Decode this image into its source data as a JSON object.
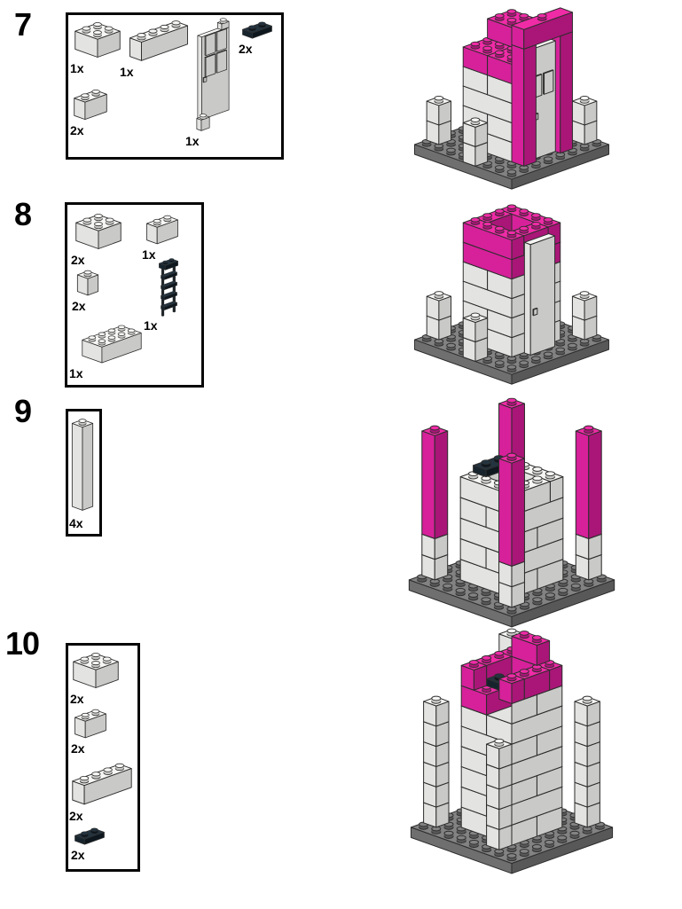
{
  "page": {
    "background": "#ffffff"
  },
  "colors": {
    "white_brick": {
      "top": "#f6f6f4",
      "left": "#e3e3e1",
      "right": "#c9c9c7"
    },
    "magenta_brick": {
      "top": "#ef2ba6",
      "left": "#d6219a",
      "right": "#a91677"
    },
    "black_brick": {
      "top": "#233440",
      "left": "#17242d",
      "right": "#0e171e"
    },
    "base_plate": {
      "top": "#828282",
      "left": "#6f6f6f",
      "right": "#585858"
    },
    "outline": "#2d2d2d"
  },
  "part_library": {
    "brick2x2": [
      [
        0,
        0,
        0,
        2,
        2,
        3,
        "w"
      ]
    ],
    "brick1x4": [
      [
        0,
        0,
        0,
        1,
        4,
        3,
        "w"
      ]
    ],
    "brick1x2": [
      [
        0,
        0,
        0,
        1,
        2,
        3,
        "w"
      ]
    ],
    "brick1x1": [
      [
        0,
        0,
        0,
        1,
        1,
        3,
        "w"
      ]
    ],
    "brick2x4": [
      [
        0,
        0,
        0,
        2,
        4,
        3,
        "w"
      ]
    ],
    "plate1x2black": [
      [
        0,
        0,
        0,
        1,
        2,
        1,
        "k"
      ]
    ],
    "column1x1x5": [
      [
        0,
        0,
        0,
        1,
        1,
        15,
        "w",
        "s"
      ]
    ],
    "door1x4x6": [
      [
        0,
        0,
        0,
        0.45,
        3,
        17,
        "w",
        "x"
      ],
      [
        0.45,
        0.35,
        8.6,
        0.1,
        1.05,
        4,
        "w",
        "x"
      ],
      [
        0.45,
        1.6,
        8.6,
        0.1,
        1.05,
        4,
        "w",
        "x"
      ],
      [
        0.45,
        0.35,
        13,
        0.1,
        1.05,
        4,
        "w",
        "x"
      ],
      [
        0.45,
        1.6,
        13,
        0.1,
        1.05,
        4,
        "w",
        "x"
      ],
      [
        0.45,
        2.55,
        7.6,
        0.08,
        0.3,
        0.9,
        "w",
        "x"
      ],
      [
        0,
        0,
        17,
        0.45,
        0.8,
        1.2,
        "w",
        "s"
      ],
      [
        0,
        2.2,
        -2.2,
        0.5,
        0.9,
        2.2,
        "w",
        "s"
      ]
    ],
    "ladder": [
      [
        0.4,
        0,
        0,
        0.18,
        0.2,
        14,
        "k",
        "x"
      ],
      [
        0.4,
        1.8,
        0,
        0.18,
        0.2,
        14,
        "k",
        "x"
      ],
      [
        0.3,
        0,
        2,
        0.55,
        2,
        0.9,
        "k",
        "x"
      ],
      [
        0.3,
        0,
        5,
        0.55,
        2,
        0.9,
        "k",
        "x"
      ],
      [
        0.3,
        0,
        8,
        0.55,
        2,
        0.9,
        "k",
        "x"
      ],
      [
        0.3,
        0,
        11,
        0.55,
        2,
        0.9,
        "k",
        "x"
      ],
      [
        0,
        0,
        14,
        1,
        2,
        1.3,
        "k"
      ]
    ]
  },
  "steps": [
    {
      "number": "7",
      "parts": [
        {
          "name": "brick-2x2",
          "label": "1x"
        },
        {
          "name": "brick-1x4",
          "label": "1x"
        },
        {
          "name": "brick-1x2",
          "label": "2x"
        },
        {
          "name": "door-1x4x6",
          "label": "1x"
        },
        {
          "name": "plate-1x2-black",
          "label": "2x"
        }
      ],
      "model": [
        [
          0,
          0,
          -1.5,
          8,
          8,
          1.5,
          "g"
        ],
        [
          2,
          2,
          0,
          4,
          2,
          3,
          "w",
          "x"
        ],
        [
          2,
          4,
          0,
          4,
          2,
          3,
          "w",
          "x"
        ],
        [
          2,
          2,
          3,
          2,
          4,
          3,
          "w",
          "x"
        ],
        [
          4,
          2,
          3,
          2,
          4,
          3,
          "w",
          "x"
        ],
        [
          2,
          2,
          6,
          4,
          2,
          3,
          "w",
          "x"
        ],
        [
          2,
          4,
          6,
          4,
          2,
          3,
          "w",
          "x"
        ],
        [
          2,
          2,
          9,
          2,
          4,
          3,
          "w",
          "x"
        ],
        [
          4,
          2,
          9,
          2,
          4,
          3,
          "w",
          "x"
        ],
        [
          2,
          2,
          12,
          2,
          2,
          3,
          "m"
        ],
        [
          4,
          2,
          12,
          2,
          2,
          3,
          "w"
        ],
        [
          2,
          4,
          12,
          2,
          2,
          3,
          "m"
        ],
        [
          4,
          4,
          12,
          2,
          2,
          3,
          "m"
        ],
        [
          2,
          2,
          15,
          2,
          2,
          3,
          "m"
        ],
        [
          6,
          2,
          0,
          1,
          1,
          18,
          "m",
          "x"
        ],
        [
          6.05,
          3,
          0,
          0.55,
          2,
          17,
          "w",
          "x"
        ],
        [
          6.6,
          3.25,
          9.5,
          0.07,
          0.75,
          3.2,
          "w",
          "x"
        ],
        [
          6.6,
          4.2,
          9.5,
          0.07,
          0.75,
          3.2,
          "w",
          "x"
        ],
        [
          6.6,
          4.5,
          6,
          0.07,
          0.3,
          0.9,
          "w",
          "x"
        ],
        [
          6,
          5,
          0,
          1,
          1,
          18,
          "m",
          "x"
        ],
        [
          6,
          2,
          18,
          1,
          4,
          3,
          "m",
          "s"
        ],
        [
          0,
          6,
          0,
          1,
          1,
          3,
          "w",
          "x"
        ],
        [
          0,
          6,
          3,
          1,
          1,
          3,
          "w"
        ],
        [
          6,
          0,
          0,
          1,
          1,
          3,
          "w",
          "x"
        ],
        [
          6,
          0,
          3,
          1,
          1,
          3,
          "w"
        ],
        [
          4,
          7,
          0,
          1,
          1,
          3,
          "w",
          "x"
        ],
        [
          4,
          7,
          3,
          1,
          1,
          3,
          "w"
        ]
      ]
    },
    {
      "number": "8",
      "parts": [
        {
          "name": "brick-2x2",
          "label": "2x"
        },
        {
          "name": "brick-1x2",
          "label": "1x"
        },
        {
          "name": "brick-1x1",
          "label": "2x"
        },
        {
          "name": "ladder",
          "label": "1x"
        },
        {
          "name": "brick-2x4",
          "label": "1x"
        }
      ],
      "model": [
        [
          0,
          0,
          -1.5,
          8,
          8,
          1.5,
          "g"
        ],
        [
          2,
          2,
          0,
          4,
          2,
          3,
          "w",
          "x"
        ],
        [
          2,
          4,
          0,
          4,
          2,
          3,
          "w",
          "x"
        ],
        [
          2,
          2,
          3,
          2,
          4,
          3,
          "w",
          "x"
        ],
        [
          4,
          2,
          3,
          2,
          4,
          3,
          "w",
          "x"
        ],
        [
          2,
          2,
          6,
          4,
          2,
          3,
          "w",
          "x"
        ],
        [
          2,
          4,
          6,
          4,
          2,
          3,
          "w",
          "x"
        ],
        [
          2,
          2,
          9,
          2,
          4,
          3,
          "w",
          "x"
        ],
        [
          4,
          2,
          9,
          2,
          4,
          3,
          "w",
          "x"
        ],
        [
          2,
          2,
          12,
          4,
          2,
          3,
          "m",
          "x"
        ],
        [
          2,
          4,
          12,
          4,
          2,
          3,
          "m",
          "x"
        ],
        [
          2,
          2,
          15,
          4,
          1,
          3,
          "m"
        ],
        [
          2,
          3,
          15,
          1,
          2,
          3,
          "m"
        ],
        [
          5,
          3,
          15,
          1,
          2,
          3,
          "m"
        ],
        [
          2,
          5,
          15,
          4,
          1,
          3,
          "m"
        ],
        [
          6.05,
          3,
          0,
          0.5,
          2,
          17,
          "w",
          "x"
        ],
        [
          6.55,
          4.5,
          6,
          0.06,
          0.3,
          0.9,
          "w",
          "x"
        ],
        [
          0,
          6,
          0,
          1,
          1,
          3,
          "w",
          "x"
        ],
        [
          0,
          6,
          3,
          1,
          1,
          3,
          "w"
        ],
        [
          6,
          0,
          0,
          1,
          1,
          3,
          "w",
          "x"
        ],
        [
          6,
          0,
          3,
          1,
          1,
          3,
          "w"
        ],
        [
          4,
          7,
          0,
          1,
          1,
          3,
          "w",
          "x"
        ],
        [
          4,
          7,
          3,
          1,
          1,
          3,
          "w"
        ]
      ]
    },
    {
      "number": "9",
      "parts": [
        {
          "name": "brick-1x1x5-column",
          "label": "4x"
        }
      ],
      "model": [
        [
          0,
          0,
          -1.5,
          8,
          8,
          1.5,
          "g"
        ],
        [
          0,
          0,
          0,
          1,
          1,
          3,
          "w",
          "x"
        ],
        [
          0,
          0,
          3,
          1,
          1,
          3,
          "w",
          "x"
        ],
        [
          0,
          0,
          6,
          1,
          1,
          15,
          "m",
          "s"
        ],
        [
          2,
          2,
          0,
          4,
          2,
          3,
          "w",
          "x"
        ],
        [
          2,
          4,
          0,
          4,
          2,
          3,
          "w",
          "x"
        ],
        [
          2,
          2,
          3,
          2,
          4,
          3,
          "w",
          "x"
        ],
        [
          4,
          2,
          3,
          2,
          4,
          3,
          "w",
          "x"
        ],
        [
          2,
          2,
          6,
          4,
          2,
          3,
          "w",
          "x"
        ],
        [
          2,
          4,
          6,
          4,
          2,
          3,
          "w",
          "x"
        ],
        [
          2,
          2,
          9,
          2,
          4,
          3,
          "w",
          "x"
        ],
        [
          4,
          2,
          9,
          2,
          4,
          3,
          "w",
          "x"
        ],
        [
          2,
          2,
          12,
          4,
          1,
          3,
          "w"
        ],
        [
          2,
          3,
          12,
          1,
          2,
          3,
          "w"
        ],
        [
          3,
          3,
          12,
          2,
          2,
          0.6,
          "k",
          "x"
        ],
        [
          5,
          3,
          12,
          1,
          2,
          3,
          "w"
        ],
        [
          2,
          5,
          12,
          4,
          1,
          3,
          "w"
        ],
        [
          2,
          3,
          15,
          1,
          2,
          1,
          "k"
        ],
        [
          0,
          6,
          0,
          1,
          1,
          3,
          "w",
          "x"
        ],
        [
          0,
          6,
          3,
          1,
          1,
          3,
          "w",
          "x"
        ],
        [
          0,
          6,
          6,
          1,
          1,
          15,
          "m",
          "s"
        ],
        [
          6,
          0,
          0,
          1,
          1,
          3,
          "w",
          "x"
        ],
        [
          6,
          0,
          3,
          1,
          1,
          3,
          "w",
          "x"
        ],
        [
          6,
          0,
          6,
          1,
          1,
          15,
          "m",
          "s"
        ],
        [
          6,
          6,
          0,
          1,
          1,
          3,
          "w",
          "x"
        ],
        [
          6,
          6,
          3,
          1,
          1,
          3,
          "w",
          "x"
        ],
        [
          6,
          6,
          6,
          1,
          1,
          15,
          "m",
          "s"
        ]
      ]
    },
    {
      "number": "10",
      "parts": [
        {
          "name": "brick-2x2",
          "label": "2x"
        },
        {
          "name": "brick-1x2",
          "label": "2x"
        },
        {
          "name": "brick-1x4",
          "label": "2x"
        },
        {
          "name": "plate-1x2-black",
          "label": "2x"
        }
      ],
      "model": [
        [
          0,
          0,
          -1.5,
          8,
          8,
          1.5,
          "g"
        ],
        [
          0,
          0,
          0,
          1,
          1,
          21,
          "w",
          "x"
        ],
        [
          0,
          0,
          21,
          1,
          1,
          3,
          "w"
        ],
        [
          2,
          2,
          0,
          4,
          2,
          3,
          "w",
          "x"
        ],
        [
          2,
          4,
          0,
          4,
          2,
          3,
          "w",
          "x"
        ],
        [
          2,
          2,
          3,
          2,
          4,
          3,
          "w",
          "x"
        ],
        [
          4,
          2,
          3,
          2,
          4,
          3,
          "w",
          "x"
        ],
        [
          2,
          2,
          6,
          4,
          2,
          3,
          "w",
          "x"
        ],
        [
          2,
          4,
          6,
          4,
          2,
          3,
          "w",
          "x"
        ],
        [
          2,
          2,
          9,
          2,
          4,
          3,
          "w",
          "x"
        ],
        [
          4,
          2,
          9,
          2,
          4,
          3,
          "w",
          "x"
        ],
        [
          2,
          2,
          12,
          4,
          2,
          3,
          "w",
          "x"
        ],
        [
          2,
          4,
          12,
          4,
          2,
          3,
          "w",
          "x"
        ],
        [
          2,
          2,
          15,
          2,
          4,
          3,
          "w",
          "x"
        ],
        [
          4,
          2,
          15,
          2,
          4,
          3,
          "w",
          "x"
        ],
        [
          2,
          2,
          18,
          4,
          2,
          3,
          "w",
          "x"
        ],
        [
          4,
          4,
          18,
          2,
          2,
          3,
          "w",
          "x"
        ],
        [
          2,
          4,
          18,
          2,
          2,
          3,
          "m"
        ],
        [
          2,
          2,
          21,
          4,
          1,
          3,
          "m"
        ],
        [
          2,
          3,
          21,
          1,
          2,
          3,
          "m"
        ],
        [
          3,
          4,
          21,
          2,
          1,
          1,
          "k"
        ],
        [
          5,
          3,
          21,
          1,
          2,
          3,
          "m"
        ],
        [
          2,
          5,
          21,
          1,
          1,
          3,
          "m"
        ],
        [
          5,
          5,
          21,
          1,
          1,
          3,
          "m"
        ],
        [
          3,
          2,
          24,
          2,
          1,
          3,
          "m"
        ],
        [
          0,
          6,
          0,
          1,
          1,
          3,
          "w",
          "x"
        ],
        [
          0,
          6,
          3,
          1,
          1,
          3,
          "w",
          "x"
        ],
        [
          0,
          6,
          6,
          1,
          1,
          3,
          "w",
          "x"
        ],
        [
          0,
          6,
          9,
          1,
          1,
          3,
          "w",
          "x"
        ],
        [
          0,
          6,
          12,
          1,
          1,
          3,
          "w",
          "x"
        ],
        [
          0,
          6,
          15,
          1,
          1,
          3,
          "w"
        ],
        [
          6,
          0,
          0,
          1,
          1,
          3,
          "w",
          "x"
        ],
        [
          6,
          0,
          3,
          1,
          1,
          3,
          "w",
          "x"
        ],
        [
          6,
          0,
          6,
          1,
          1,
          3,
          "w",
          "x"
        ],
        [
          6,
          0,
          9,
          1,
          1,
          3,
          "w",
          "x"
        ],
        [
          6,
          0,
          12,
          1,
          1,
          3,
          "w",
          "x"
        ],
        [
          6,
          0,
          15,
          1,
          1,
          3,
          "w"
        ],
        [
          5,
          6,
          0,
          1,
          1,
          3,
          "w",
          "x"
        ],
        [
          5,
          6,
          3,
          1,
          1,
          3,
          "w",
          "x"
        ],
        [
          5,
          6,
          6,
          1,
          1,
          3,
          "w",
          "x"
        ],
        [
          5,
          6,
          9,
          1,
          1,
          3,
          "w",
          "x"
        ],
        [
          5,
          6,
          12,
          1,
          1,
          3,
          "w"
        ]
      ]
    }
  ]
}
